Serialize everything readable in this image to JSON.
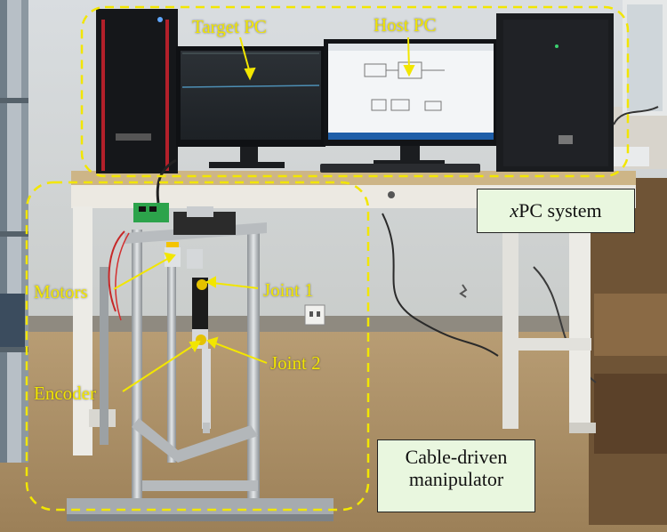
{
  "labels": {
    "target_pc": "Target PC",
    "host_pc": "Host PC",
    "motors": "Motors",
    "joint1": "Joint 1",
    "joint2": "Joint 2",
    "encoder": "Encoder"
  },
  "boxes": {
    "xpc_italic": "x",
    "xpc_rest": "PC system",
    "cable_line1": "Cable-driven",
    "cable_line2": "manipulator"
  },
  "colors": {
    "annotation": "#f2e600",
    "box_fill": "#e9f7df"
  }
}
